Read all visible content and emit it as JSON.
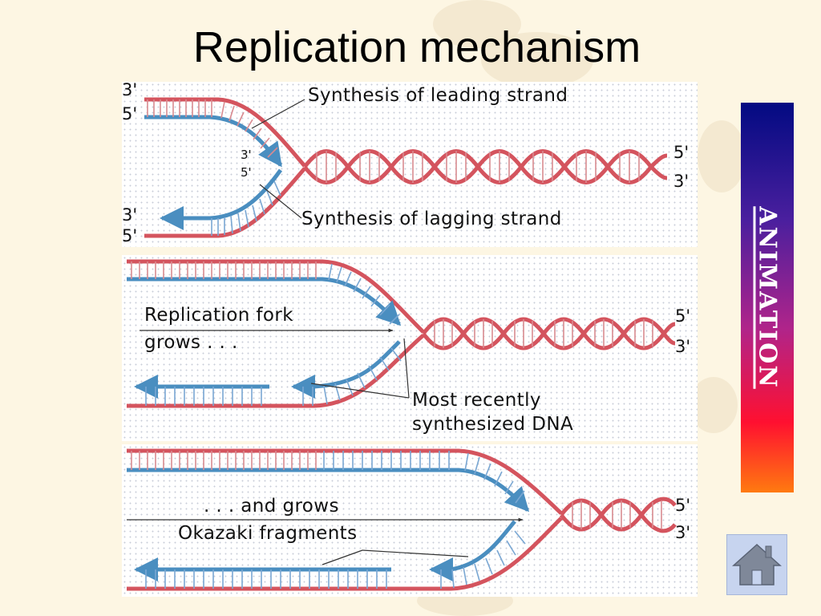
{
  "slide": {
    "title": "Replication mechanism"
  },
  "panel1": {
    "left_top_strand_end": "3'",
    "left_bottom_strand_end": "5'",
    "fork_inner_top": "3'",
    "fork_inner_bottom": "5'",
    "lower_left_top": "3'",
    "lower_left_bottom": "5'",
    "right_top": "5'",
    "right_bottom": "3'",
    "leading_label": "Synthesis of leading strand",
    "lagging_label": "Synthesis of lagging strand"
  },
  "panel2": {
    "fork_label_line1": "Replication fork",
    "fork_label_line2": "grows . . .",
    "recent_line1": "Most recently",
    "recent_line2": "synthesized DNA",
    "right_top": "5'",
    "right_bottom": "3'"
  },
  "panel3": {
    "grows_label": ". . . and grows",
    "okazaki_label": "Okazaki fragments",
    "right_top": "5'",
    "right_bottom": "3'"
  },
  "nav": {
    "animation_label": "ANIMATION",
    "home_icon": "home-icon"
  },
  "colors": {
    "parent_strand": "#d4545e",
    "new_strand": "#4a8ec0",
    "new_rungs": "#7aa7d3"
  }
}
